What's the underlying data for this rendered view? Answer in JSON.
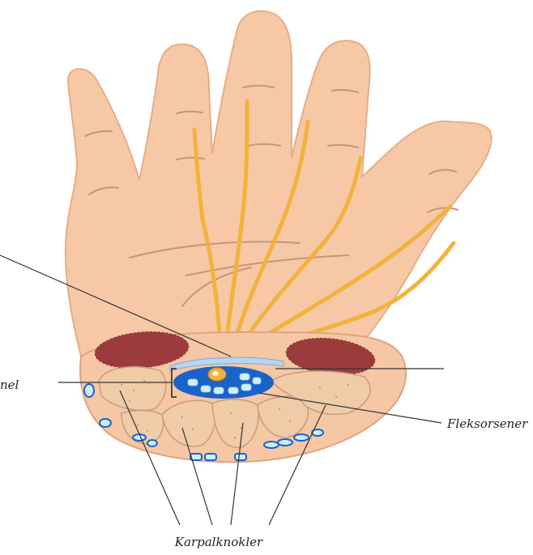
{
  "labels": {
    "tunnel_partial": "nel",
    "flexor_tendons": "Fleksorsener",
    "carpal_bones": "Karpalknokler"
  },
  "colors": {
    "skin": "#f6c8a6",
    "skin_outline": "#e2a680",
    "crease": "#b5876a",
    "nerve": "#f2b23b",
    "muscle": "#9b3b3b",
    "bone": "#f0ccaa",
    "tunnel_blue": "#1a63c9",
    "vessel": "#cfeefd",
    "ligament": "#b7d5f2",
    "leader_line": "#333333"
  }
}
